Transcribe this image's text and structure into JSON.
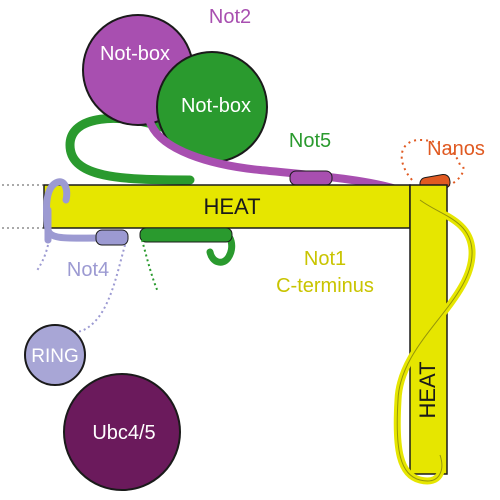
{
  "labels": {
    "not2": "Not2",
    "not2_notbox": "Not-box",
    "not5_notbox": "Not-box",
    "not5": "Not5",
    "nanos": "Nanos",
    "heat_horizontal": "HEAT",
    "heat_vertical": "HEAT",
    "not1_line1": "Not1",
    "not1_line2": "C-terminus",
    "not4": "Not4",
    "ring": "RING",
    "ubc": "Ubc4/5"
  },
  "colors": {
    "heat_fill": "#e6e600",
    "heat_stroke": "#1a1a1a",
    "not1_text": "#c9c400",
    "not2": "#a84fb0",
    "not2_text": "#a84fb0",
    "not5": "#2a9a2e",
    "not5_text": "#2a9a2e",
    "nanos": "#e05a22",
    "not4": "#9c9ad2",
    "not4_text": "#9c9ad2",
    "ring_fill": "#a8a6d6",
    "ubc_fill": "#6b1a5c"
  }
}
